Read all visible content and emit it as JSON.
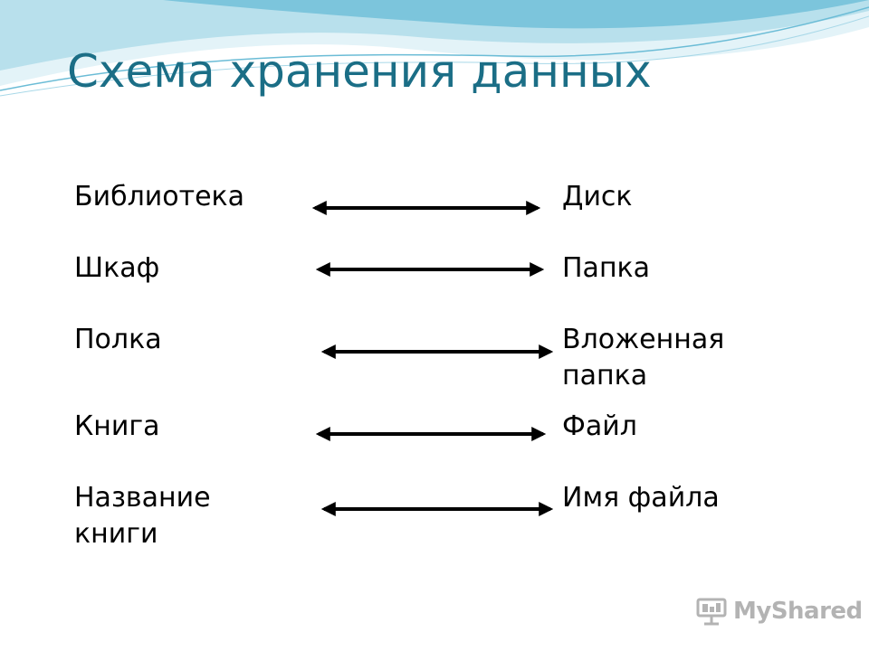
{
  "title": "Схема хранения данных",
  "rows": [
    {
      "left": "Библиотека",
      "right": "Диск"
    },
    {
      "left": "Шкаф",
      "right": "Папка"
    },
    {
      "left": "Полка",
      "right": "Вложенная папка"
    },
    {
      "left": "Книга",
      "right": "Файл"
    },
    {
      "left": "Название книги",
      "right": "Имя файла"
    }
  ],
  "logo": {
    "text": "MyShared",
    "icon": "presentation-board-icon"
  },
  "colors": {
    "title": "#1b6e86",
    "text": "#000000",
    "arrow": "#000000",
    "wave_light": "#d6eef5",
    "wave_mid": "#9fd4e6",
    "wave_dark": "#5fb6d2",
    "logo": "#b3b3b3"
  }
}
